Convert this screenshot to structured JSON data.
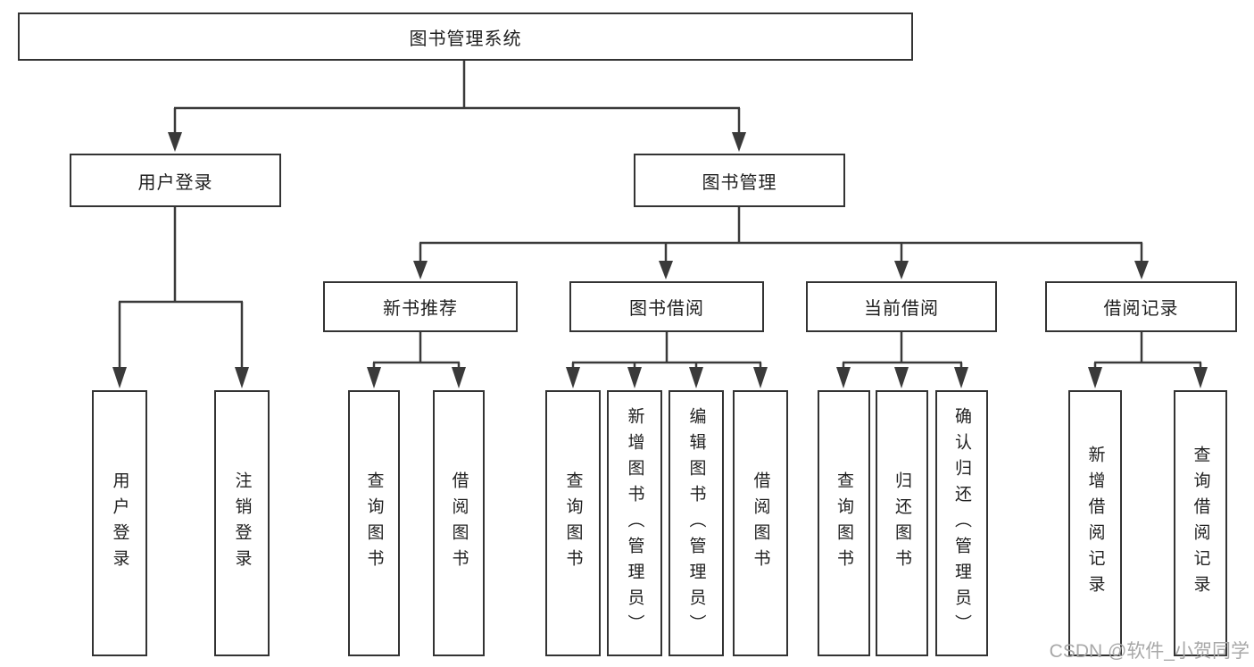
{
  "tree": {
    "root": {
      "label": "图书管理系统"
    },
    "branches": [
      {
        "label": "用户登录",
        "children": [
          {
            "label": "用户登录"
          },
          {
            "label": "注销登录"
          }
        ]
      },
      {
        "label": "图书管理",
        "children": [
          {
            "label": "新书推荐",
            "children": [
              {
                "label": "查询图书"
              },
              {
                "label": "借阅图书"
              }
            ]
          },
          {
            "label": "图书借阅",
            "children": [
              {
                "label": "查询图书"
              },
              {
                "label": "新增图书（管理员）"
              },
              {
                "label": "编辑图书（管理员）"
              },
              {
                "label": "借阅图书"
              }
            ]
          },
          {
            "label": "当前借阅",
            "children": [
              {
                "label": "查询图书"
              },
              {
                "label": "归还图书"
              },
              {
                "label": "确认归还（管理员）"
              }
            ]
          },
          {
            "label": "借阅记录",
            "children": [
              {
                "label": "新增借阅记录"
              },
              {
                "label": "查询借阅记录"
              }
            ]
          }
        ]
      }
    ]
  },
  "watermark": {
    "text": "CSDN @软件_小贺同学"
  },
  "colors": {
    "line": "#3a3a3a",
    "box_border": "#333333",
    "text": "#1f1f1f",
    "watermark": "#a8a8a8",
    "background": "#ffffff"
  }
}
